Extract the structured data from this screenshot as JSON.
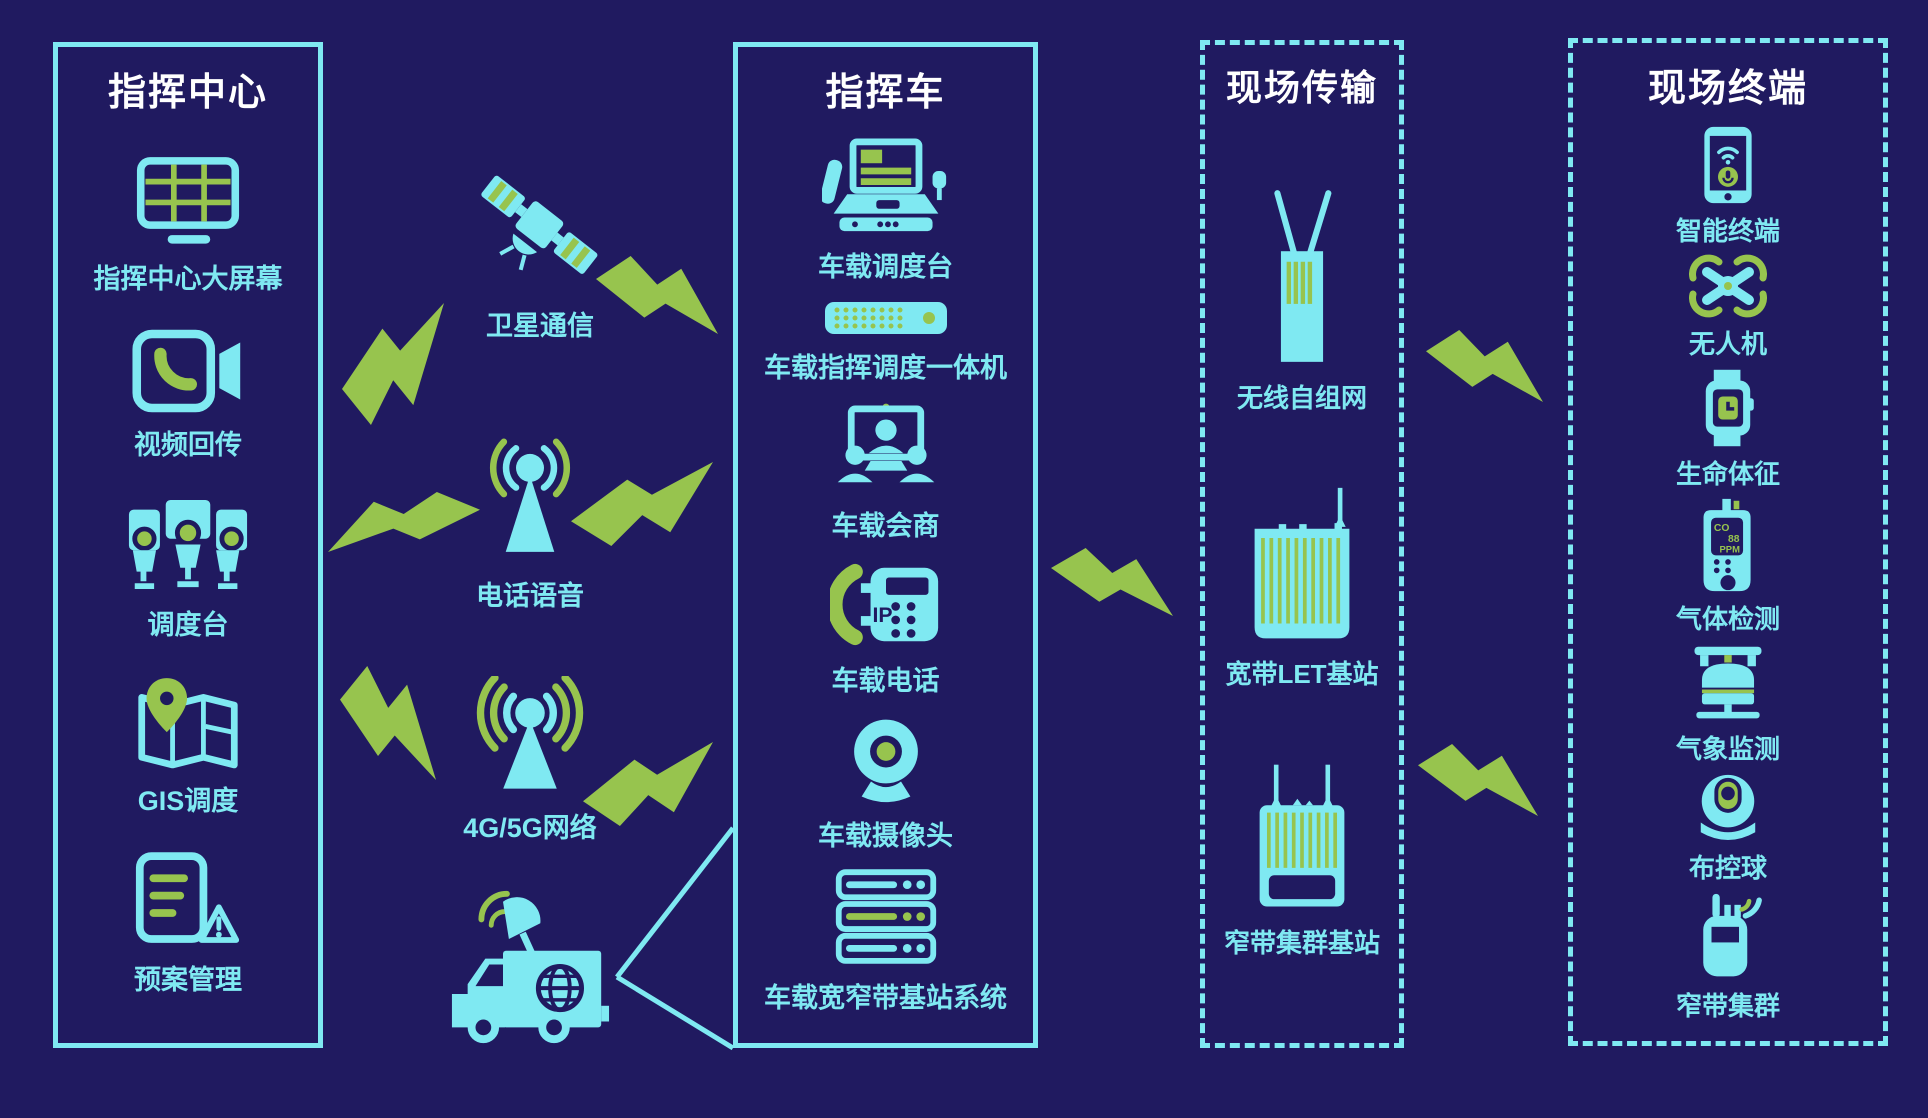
{
  "colors": {
    "background": "#201A60",
    "cyan_accent": "#7FE9F2",
    "green_accent": "#97C44E",
    "header_text": "#FFFFFF"
  },
  "columns": [
    {
      "title": "指挥中心",
      "border": "solid",
      "items": [
        {
          "label": "指挥中心大屏幕"
        },
        {
          "label": "视频回传"
        },
        {
          "label": "调度台"
        },
        {
          "label": "GIS调度"
        },
        {
          "label": "预案管理"
        }
      ]
    },
    {
      "title": "指挥车",
      "border": "solid",
      "items": [
        {
          "label": "车载调度台"
        },
        {
          "label": "车载指挥调度一体机"
        },
        {
          "label": "车载会商"
        },
        {
          "label": "车载电话"
        },
        {
          "label": "车载摄像头"
        },
        {
          "label": "车载宽窄带基站系统"
        }
      ]
    },
    {
      "title": "现场传输",
      "border": "dotted",
      "items": [
        {
          "label": "无线自组网"
        },
        {
          "label": "宽带LET基站"
        },
        {
          "label": "窄带集群基站"
        }
      ]
    },
    {
      "title": "现场终端",
      "border": "dotted",
      "items": [
        {
          "label": "智能终端"
        },
        {
          "label": "无人机"
        },
        {
          "label": "生命体征"
        },
        {
          "label": "气体检测"
        },
        {
          "label": "气象监测"
        },
        {
          "label": "布控球"
        },
        {
          "label": "窄带集群"
        }
      ]
    }
  ],
  "relays": [
    {
      "label": "卫星通信"
    },
    {
      "label": "电话语音"
    },
    {
      "label": "4G/5G网络"
    }
  ],
  "details": {
    "ip_label": "IP",
    "gas_screen": [
      "CO",
      "88",
      "PPM"
    ]
  }
}
